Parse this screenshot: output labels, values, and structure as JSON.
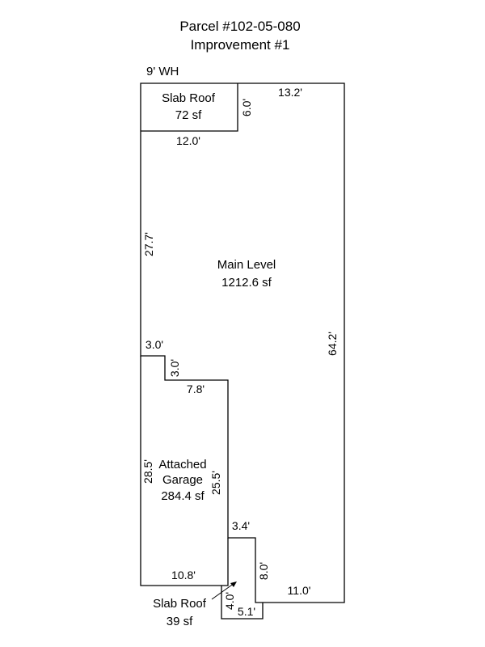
{
  "title": {
    "line1": "Parcel #102-05-080",
    "line2": "Improvement #1"
  },
  "wall_height": "9' WH",
  "areas": {
    "slab_roof_top": {
      "name": "Slab Roof",
      "size": "72 sf"
    },
    "main_level": {
      "name": "Main Level",
      "size": "1212.6 sf"
    },
    "garage": {
      "name_line1": "Attached",
      "name_line2": "Garage",
      "size": "284.4 sf"
    },
    "slab_roof_bottom": {
      "name": "Slab Roof",
      "size": "39 sf"
    }
  },
  "dimensions": {
    "top_right": "13.2'",
    "slab_top_side": "6.0'",
    "slab_top_bottom": "12.0'",
    "main_left": "27.7'",
    "main_right": "64.2'",
    "step_top": "3.0'",
    "step_side": "3.0'",
    "garage_top": "7.8'",
    "garage_left": "28.5'",
    "garage_right": "25.5'",
    "notch_top": "3.4'",
    "garage_bottom": "10.8'",
    "notch_side": "8.0'",
    "bottom_right": "11.0'",
    "slab_bottom_side": "4.0'",
    "slab_bottom_width": "5.1'"
  },
  "colors": {
    "lines": "#000000",
    "text": "#000000",
    "background": "#ffffff"
  }
}
